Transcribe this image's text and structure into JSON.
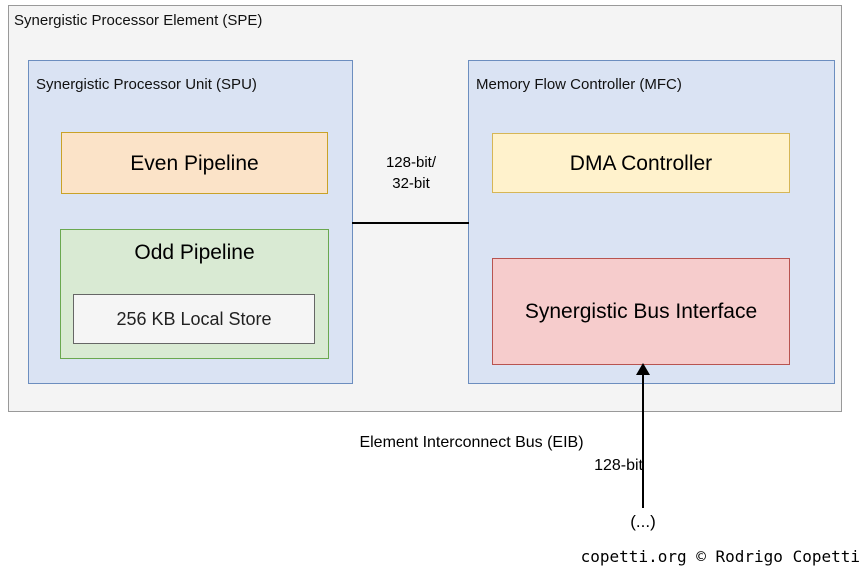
{
  "diagram": {
    "title": "Synergistic Processor Element (SPE)",
    "containers": {
      "spu": {
        "label": "Synergistic Processor Unit (SPU)"
      },
      "mfc": {
        "label": "Memory Flow Controller (MFC)"
      }
    },
    "blocks": {
      "even_pipeline": {
        "label": "Even Pipeline"
      },
      "odd_pipeline": {
        "label": "Odd Pipeline"
      },
      "local_store": {
        "label": "256 KB Local Store"
      },
      "dma_controller": {
        "label": "DMA Controller"
      },
      "bus_interface": {
        "label": "Synergistic Bus Interface"
      }
    },
    "connectors": {
      "spu_mfc_bus": {
        "line_1": "128-bit/",
        "line_2": "32-bit"
      },
      "eib": {
        "line_1": "Element Interconnect Bus (EIB)",
        "line_2": "128-bit"
      },
      "continuation": {
        "label": "(...)"
      }
    },
    "footer": {
      "credit": "copetti.org © Rodrigo Copetti"
    },
    "colors": {
      "outer_fill": "#f4f4f4",
      "outer_border": "#999999",
      "container_fill": "#dae3f3",
      "container_border": "#6c8ebf",
      "even_pipeline_fill": "#fbe3c8",
      "even_pipeline_border": "#c9a227",
      "odd_pipeline_fill": "#d9ead3",
      "odd_pipeline_border": "#6aa84f",
      "local_store_fill": "#f5f5f5",
      "local_store_border": "#666666",
      "dma_fill": "#fff2cc",
      "dma_border": "#d6b656",
      "bus_interface_fill": "#f6cccc",
      "bus_interface_border": "#b85450",
      "line": "#000000"
    }
  }
}
